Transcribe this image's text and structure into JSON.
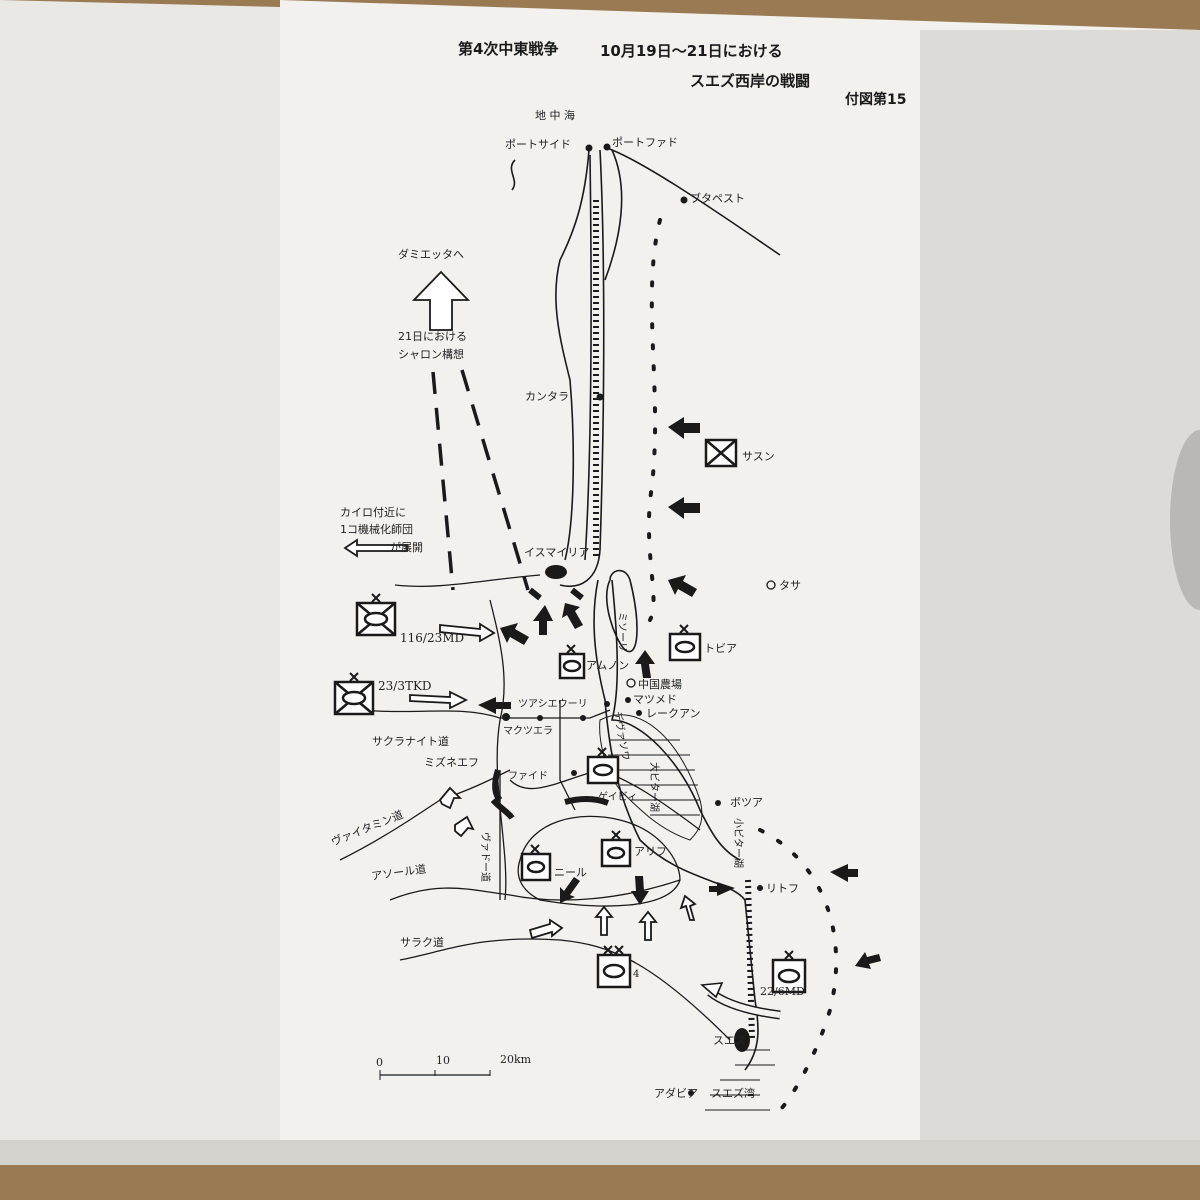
{
  "title": {
    "line1_a": "第4次中東戦争",
    "line1_b": "10月19日～21日における",
    "line2": "スエズ西岸の戦闘",
    "figure_no": "付図第15"
  },
  "places": {
    "sea": "地 中 海",
    "port_said": "ポートサイド",
    "port_fuad": "ポートファド",
    "budapest": "ブタペスト",
    "qantara": "カンタラ",
    "sasun": "サスン",
    "ismailia": "イスマイリア",
    "tasa": "タサ",
    "missouri": "ミソーリ",
    "tobia": "トビア",
    "amnon": "アムノン",
    "chinese_farm": "中国農場",
    "matsumed": "マツメド",
    "lakeside": "レークアン",
    "tsuashieuri": "ツアシエウーリ",
    "maktsuera": "マクツエラ",
    "deversoir": "デヴァソワ",
    "mizuneef": "ミズネエフ",
    "fayid": "ファイド",
    "geibi": "ゲイビィ",
    "great_bitter_lake": "大ビター湖",
    "botsua": "ボツア",
    "small_bitter_lake": "小ビター湖",
    "arif": "アリフ",
    "nir": "ニール",
    "litof": "リトフ",
    "suez": "スエズ",
    "adabia": "アダビア",
    "gulf_of_suez": "スエズ湾"
  },
  "roads": {
    "sakuranaito": "サクラナイト道",
    "vitamin": "ヴァイタミン道",
    "vadoh": "ヴァドー道",
    "asoru": "アソール道",
    "saraku": "サラク道"
  },
  "annotations": {
    "damietta": "ダミエッタへ",
    "sharon_1": "21日における",
    "sharon_2": "シャロン構想",
    "cairo_1": "カイロ付近に",
    "cairo_2": "1コ機械化師団",
    "cairo_3": "が展開"
  },
  "units": {
    "u116": "116/23MD",
    "u23": "23/3TKD",
    "u4": "4",
    "u22": "22/6MD"
  },
  "scale": {
    "zero": "0",
    "ten": "10",
    "twenty": "20km"
  },
  "colors": {
    "ink": "#1a1a1a",
    "paper": "#f3f2ee",
    "wood": "#9a7a52"
  }
}
